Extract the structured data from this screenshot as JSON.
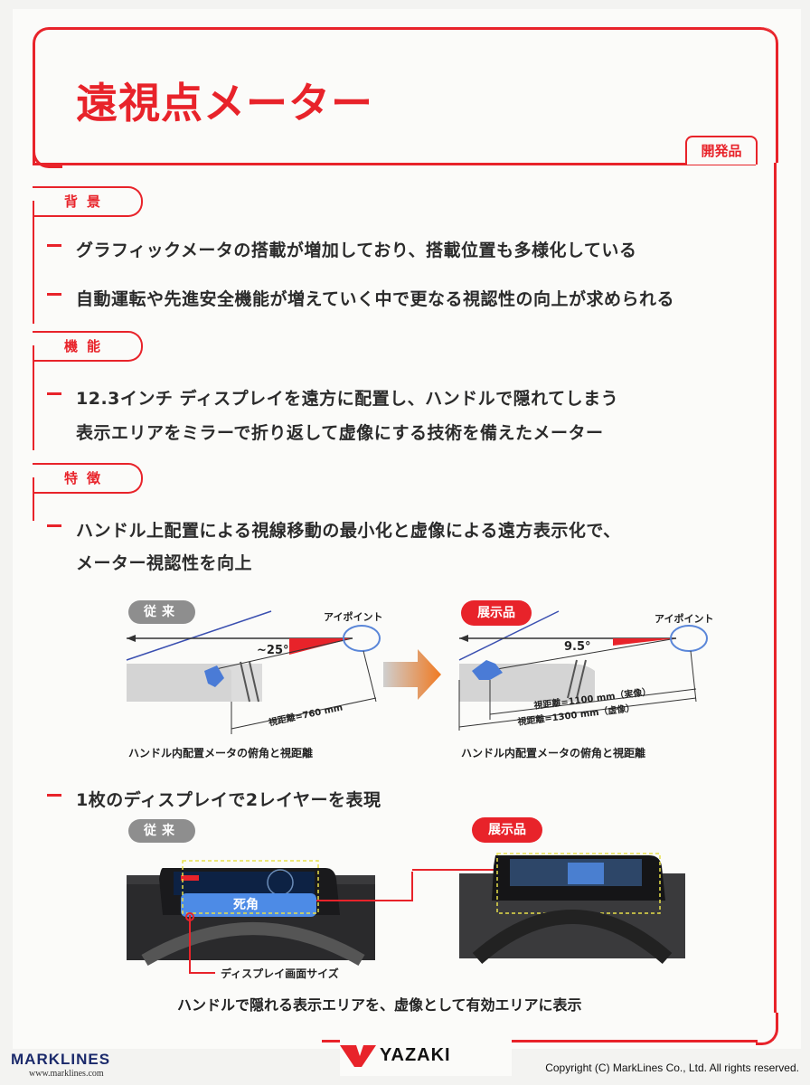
{
  "header": {
    "title": "遠視点メーター",
    "dev_tag": "開発品"
  },
  "sections": [
    {
      "tab": "背景",
      "bullets": [
        "グラフィックメータの搭載が増加しており、搭載位置も多様化している",
        "自動運転や先進安全機能が増えていく中で更なる視認性の向上が求められる"
      ]
    },
    {
      "tab": "機能",
      "bullets": [
        "12.3インチ ディスプレイを遠方に配置し、ハンドルで隠れてしまう",
        "表示エリアをミラーで折り返して虚像にする技術を備えたメーター"
      ]
    },
    {
      "tab": "特徴",
      "bullets": [
        "ハンドル上配置による視線移動の最小化と虚像による遠方表示化で、",
        "メーター視認性を向上",
        "1枚のディスプレイで2レイヤーを表現"
      ]
    }
  ],
  "diagram1": {
    "left_pill": "従来",
    "right_pill": "展示品",
    "eyepoint_label": "アイポイント",
    "left_angle": "~25°",
    "right_angle": "9.5°",
    "left_distance": "視距離=760 mm",
    "right_distance_real": "視距離=1100 mm（実像）",
    "right_distance_virtual": "視距離=1300 mm（虚像）",
    "left_caption": "ハンドル内配置メータの俯角と視距離",
    "right_caption": "ハンドル内配置メータの俯角と視距離"
  },
  "diagram2": {
    "left_pill": "従来",
    "right_pill": "展示品",
    "blind_spot": "死角",
    "screen_size_label": "ディスプレイ画面サイズ",
    "summary": "ハンドルで隠れる表示エリアを、虚像として有効エリアに表示"
  },
  "footer": {
    "brand": "YAZAKI",
    "marklines": "MARKLINES",
    "marklines_url": "www.marklines.com",
    "copyright": "Copyright (C) MarkLines Co., Ltd. All rights reserved."
  },
  "colors": {
    "accent": "#e8232a",
    "text": "#2b2b2b",
    "gray_pill": "#8e8e8e"
  }
}
